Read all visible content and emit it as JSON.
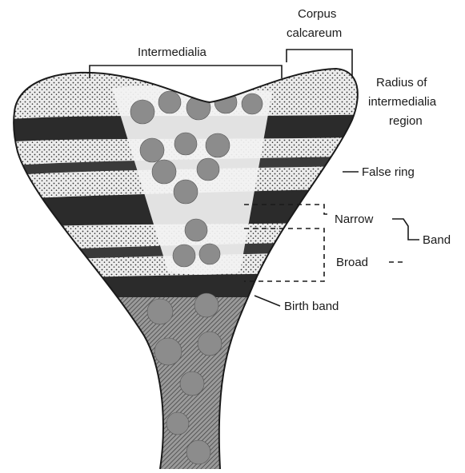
{
  "labels": {
    "intermedialia": "Intermedialia",
    "corpus_line1": "Corpus",
    "corpus_line2": "calcareum",
    "radius_line1": "Radius of",
    "radius_line2": "intermedialia",
    "radius_line3": "region",
    "false_ring": "False ring",
    "narrow": "Narrow",
    "band": "Band",
    "broad": "Broad",
    "birth_band": "Birth band"
  },
  "colors": {
    "ink": "#1a1a1a",
    "stipple_bg": "#e4e4e4",
    "band_dark": "#2a2a2a",
    "circle_fill": "#8c8c8c",
    "light_body": "#f2f2f2"
  }
}
